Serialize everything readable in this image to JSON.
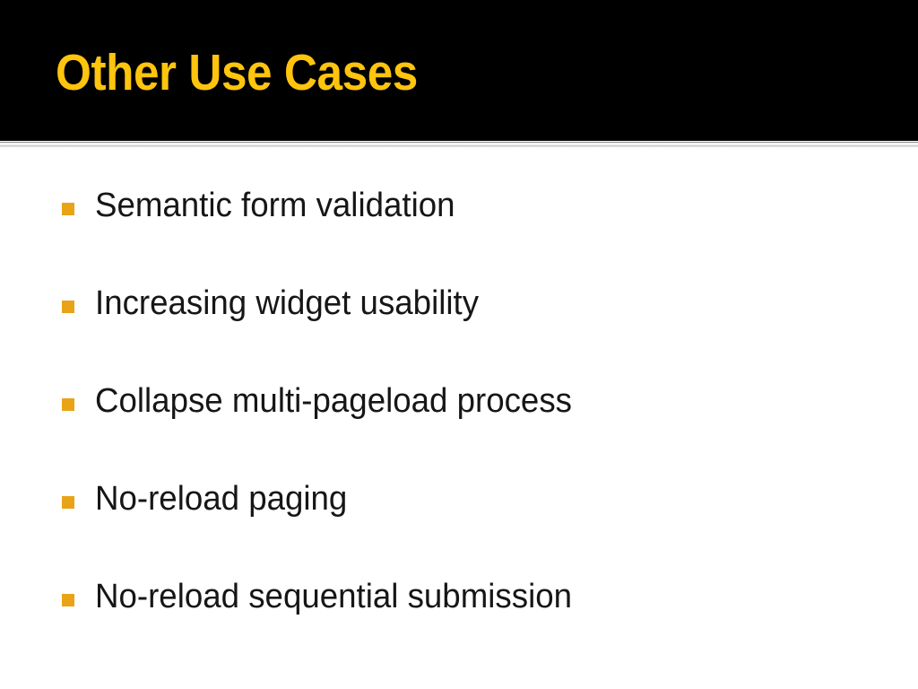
{
  "slide": {
    "title": "Other Use Cases",
    "title_color": "#FFC40D",
    "header_background": "#000000",
    "body_background": "#FFFFFF",
    "bullet_color": "#E8A317",
    "body_text_color": "#161616",
    "bullets": [
      {
        "text": "Semantic form validation"
      },
      {
        "text": "Increasing widget usability"
      },
      {
        "text": "Collapse multi-pageload process"
      },
      {
        "text": "No-reload paging"
      },
      {
        "text": "No-reload sequential submission"
      }
    ]
  }
}
